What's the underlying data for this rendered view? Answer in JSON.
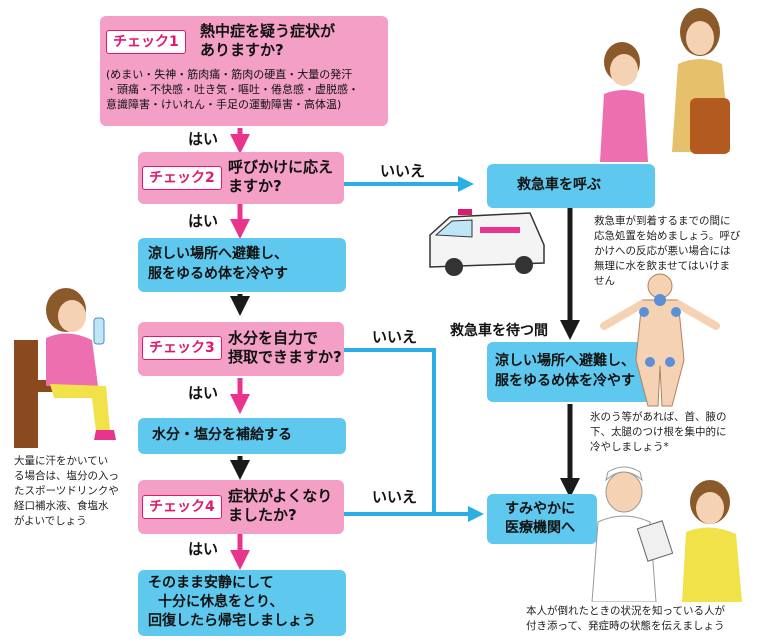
{
  "check1": {
    "badge": "チェック1",
    "question_line1": "熱中症を疑う症状が",
    "question_line2": "ありますか?",
    "symptoms_line1": "(めまい・失神・筋肉痛・筋肉の硬直・大量の発汗",
    "symptoms_line2": "・頭痛・不快感・吐き気・嘔吐・倦怠感・虚脱感・",
    "symptoms_line3": "意識障害・けいれん・手足の運動障害・高体温)"
  },
  "check2": {
    "badge": "チェック2",
    "question_line1": "呼びかけに応え",
    "question_line2": "ますか?"
  },
  "check3": {
    "badge": "チェック3",
    "question_line1": "水分を自力で",
    "question_line2": "摂取できますか?"
  },
  "check4": {
    "badge": "チェック4",
    "question_line1": "症状がよくなり",
    "question_line2": "ましたか?"
  },
  "actions": {
    "cool_down_line1": "涼しい場所へ避難し、",
    "cool_down_line2": "服をゆるめ体を冷やす",
    "hydrate": "水分・塩分を補給する",
    "rest_line1": "そのまま安静にして",
    "rest_line2": "十分に休息をとり、",
    "rest_line3": "回復したら帰宅しましょう",
    "call_ambulance": "救急車を呼ぶ",
    "cool_down2_line1": "涼しい場所へ避難し、",
    "cool_down2_line2": "服をゆるめ体を冷やす",
    "hospital_line1": "すみやかに",
    "hospital_line2": "医療機関へ"
  },
  "labels": {
    "yes1": "はい",
    "yes2": "はい",
    "yes3": "はい",
    "yes4": "はい",
    "no1": "いいえ",
    "no2": "いいえ",
    "no3": "いいえ",
    "waiting": "救急車を待つ間"
  },
  "notes": {
    "ambulance_line1": "救急車が到着するまでの間に",
    "ambulance_line2": "応急処置を始めましょう。呼び",
    "ambulance_line3": "かけへの反応が悪い場合には",
    "ambulance_line4": "無理に水を飲ませてはいけま",
    "ambulance_line5": "せん",
    "ice_line1": "氷のう等があれば、首、腋の",
    "ice_line2": "下、太腿のつけ根を集中的に",
    "ice_line3": "冷やしましょう*",
    "sweat_line1": "大量に汗をかいてい",
    "sweat_line2": "る場合は、塩分の入っ",
    "sweat_line3": "たスポーツドリンクや",
    "sweat_line4": "経口補水液、食塩水",
    "sweat_line5": "がよいでしょう",
    "accompany_line1": "本人が倒れたときの状況を知っている人が",
    "accompany_line2": "付き添って、発症時の状態を伝えましょう"
  },
  "colors": {
    "pink_box": "#f4a0c6",
    "blue_box": "#5ec8ee",
    "pink_arrow": "#e8348c",
    "blue_arrow": "#2aaee4",
    "dark_arrow": "#1a1a1a",
    "badge_text": "#e0196e"
  }
}
